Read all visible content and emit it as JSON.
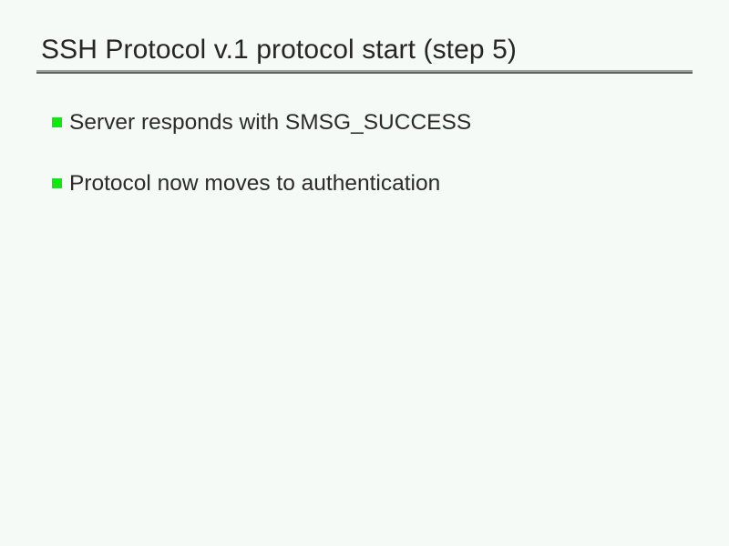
{
  "slide": {
    "title": "SSH Protocol v.1 protocol start (step 5)",
    "background_color": "#f5faf6",
    "title_color": "#262626",
    "rule_color": "#5d635e",
    "bullet_color": "#10e810",
    "bullets": [
      {
        "text": "Server responds with SMSG_SUCCESS",
        "marker": "green-square-bullet-icon"
      },
      {
        "text": "Protocol now moves to authentication",
        "marker": "green-square-bullet-icon"
      }
    ]
  }
}
